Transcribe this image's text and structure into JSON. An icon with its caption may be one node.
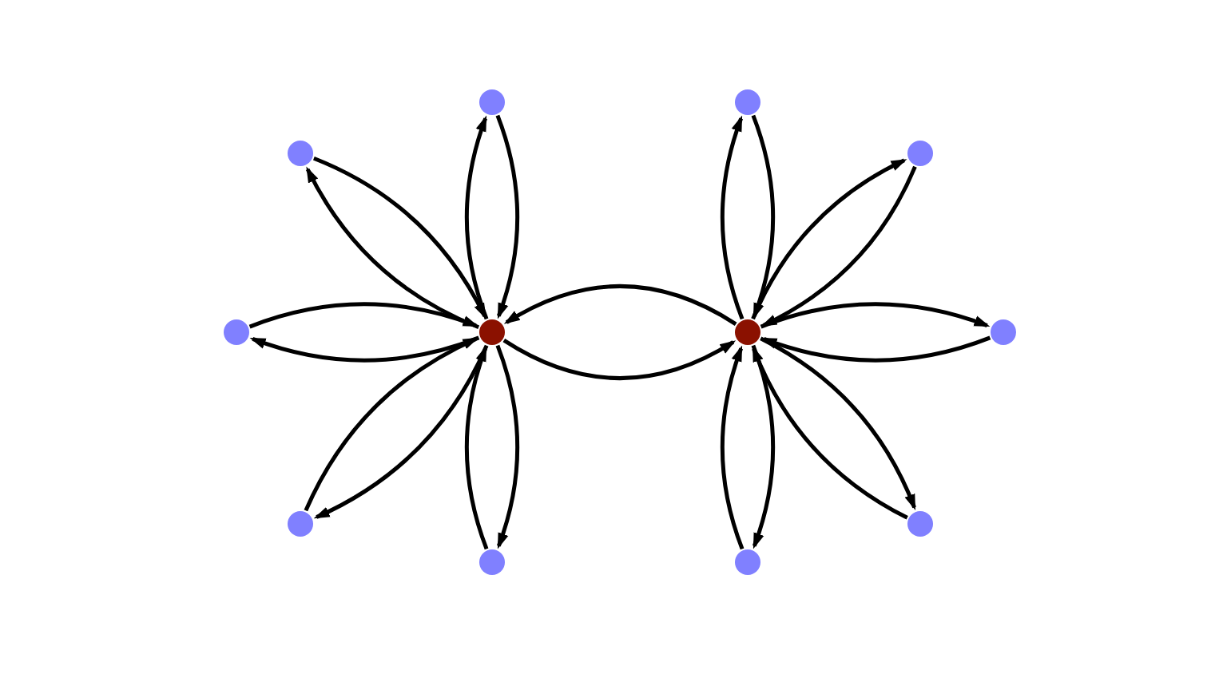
{
  "diagram": {
    "nodes": [
      {
        "text": [],
        "shape": "circle"
      },
      {
        "text": [],
        "shape": "circle"
      },
      {
        "text": [],
        "shape": "circle"
      },
      {
        "text": [],
        "shape": "circle"
      },
      {
        "text": [],
        "shape": "circle"
      },
      {
        "text": [],
        "shape": "circle"
      },
      {
        "text": [],
        "shape": "circle"
      },
      {
        "text": [],
        "shape": "circle"
      },
      {
        "text": [],
        "shape": "circle"
      },
      {
        "text": [],
        "shape": "circle"
      },
      {
        "text": [],
        "shape": "circle"
      },
      {
        "text": [],
        "shape": "circle"
      }
    ],
    "edges": [
      {
        "from": 4,
        "to": 0,
        "arrow": "to"
      },
      {
        "from": 0,
        "to": 4,
        "arrow": "to"
      },
      {
        "from": 4,
        "to": 1,
        "arrow": "to"
      },
      {
        "from": 1,
        "to": 4,
        "arrow": "to"
      },
      {
        "from": 4,
        "to": 2,
        "arrow": "to"
      },
      {
        "from": 2,
        "to": 4,
        "arrow": "to"
      },
      {
        "from": 4,
        "to": 3,
        "arrow": "to"
      },
      {
        "from": 3,
        "to": 4,
        "arrow": "to"
      },
      {
        "from": 4,
        "to": 5,
        "arrow": "to"
      },
      {
        "from": 5,
        "to": 4,
        "arrow": "to"
      },
      {
        "from": 4,
        "to": 7,
        "arrow": "to"
      },
      {
        "from": 7,
        "to": 4,
        "arrow": "to"
      },
      {
        "from": 7,
        "to": 6,
        "arrow": "to"
      },
      {
        "from": 6,
        "to": 7,
        "arrow": "to"
      },
      {
        "from": 7,
        "to": 8,
        "arrow": "to"
      },
      {
        "from": 8,
        "to": 7,
        "arrow": "to"
      },
      {
        "from": 7,
        "to": 9,
        "arrow": "to"
      },
      {
        "from": 9,
        "to": 7,
        "arrow": "to"
      },
      {
        "from": 7,
        "to": 10,
        "arrow": "to"
      },
      {
        "from": 10,
        "to": 7,
        "arrow": "to"
      },
      {
        "from": 7,
        "to": 11,
        "arrow": "to"
      },
      {
        "from": 11,
        "to": 7,
        "arrow": "to"
      }
    ]
  }
}
